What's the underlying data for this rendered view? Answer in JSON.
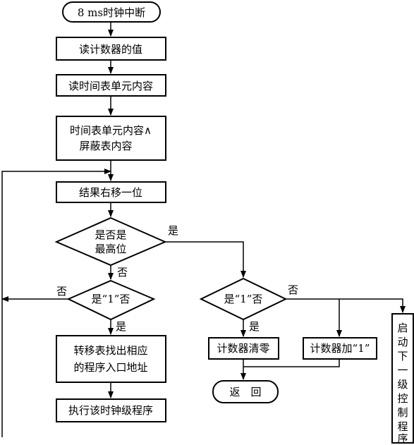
{
  "nodes": {
    "start": "8 ms时钟中断",
    "read_counter": "读计数器的值",
    "read_table": "读时间表单元内容",
    "and_line1": "时间表单元内容∧",
    "and_line2": "屏蔽表内容",
    "shift": "结果右移一位",
    "is_top_line1": "是否是",
    "is_top_line2": "最高位",
    "is_one_left": "是“1”否",
    "transfer_line1": "转移表找出相应",
    "transfer_line2": "的程序入口地址",
    "execute": "执行该时钟级程序",
    "is_one_right": "是“1”否",
    "clear": "计数器清零",
    "increment": "计数器加“1”",
    "return": "返　回",
    "next_level": [
      "启",
      "动",
      "下",
      "一",
      "级",
      "控",
      "制",
      "程",
      "序"
    ]
  },
  "labels": {
    "yes": "是",
    "no": "否"
  }
}
